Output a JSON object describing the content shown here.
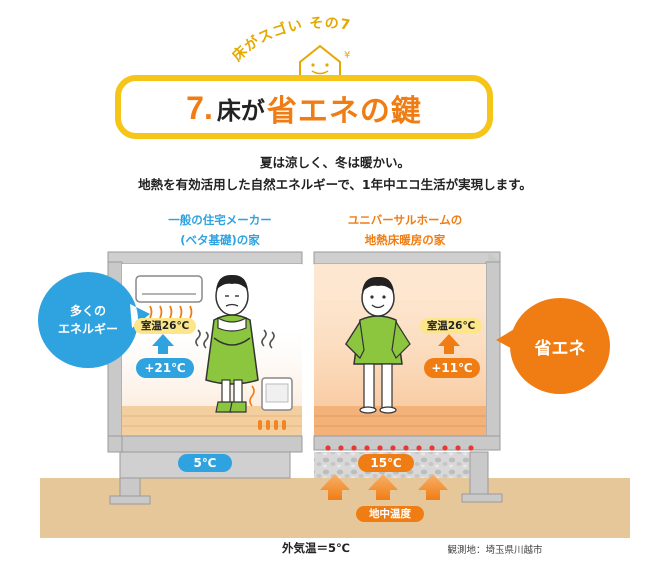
{
  "header": {
    "arc_text": "床がスゴい その7",
    "title_number": "7.",
    "title_pre": "床が",
    "title_highlight": "省エネの鍵"
  },
  "intro": {
    "line1": "夏は涼しく、冬は暖かい。",
    "line2": "地熱を有効活用した自然エネルギーで、1年中エコ生活が実現します。"
  },
  "left_house": {
    "caption_line1": "一般の住宅メーカー",
    "caption_line2": "(ベタ基礎)の家",
    "room_temp": "室温26℃",
    "delta": "+21℃",
    "floor_temp": "5℃"
  },
  "right_house": {
    "caption_line1": "ユニバーサルホームの",
    "caption_line2": "地熱床暖房の家",
    "room_temp": "室温26℃",
    "delta": "+11℃",
    "floor_temp": "15℃",
    "ground_label": "地中温度"
  },
  "bubbles": {
    "left_line1": "多くの",
    "left_line2": "エネルギー",
    "right": "省エネ"
  },
  "footer": {
    "outside_temp": "外気温＝5℃",
    "location": "観測地：埼玉県川越市"
  },
  "colors": {
    "yellow": "#f5c518",
    "orange": "#f07d14",
    "blue": "#2fa3e0",
    "green": "#8cc63f",
    "ground": "#e6c79a",
    "house_gray": "#c9c9c9"
  }
}
